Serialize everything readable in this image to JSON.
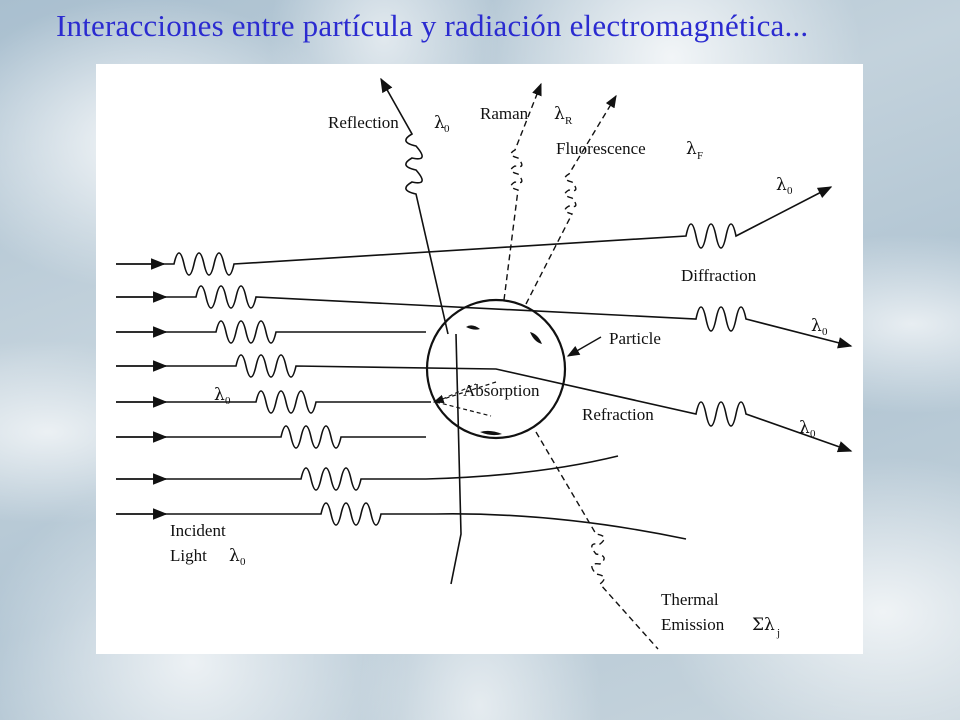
{
  "title": "Interacciones entre partícula y radiación electromagnética...",
  "diagram": {
    "labels": {
      "reflection": "Reflection",
      "raman": "Raman",
      "fluorescence": "Fluorescence",
      "diffraction": "Diffraction",
      "particle": "Particle",
      "absorption": "Absorption",
      "refraction": "Refraction",
      "incident_1": "Incident",
      "incident_2": "Light",
      "thermal_1": "Thermal",
      "thermal_2": "Emission"
    },
    "symbols": {
      "lambda": "λ",
      "sigma": "Σ",
      "sub_0": "0",
      "sub_R": "R",
      "sub_F": "F",
      "sub_j": "j"
    }
  }
}
